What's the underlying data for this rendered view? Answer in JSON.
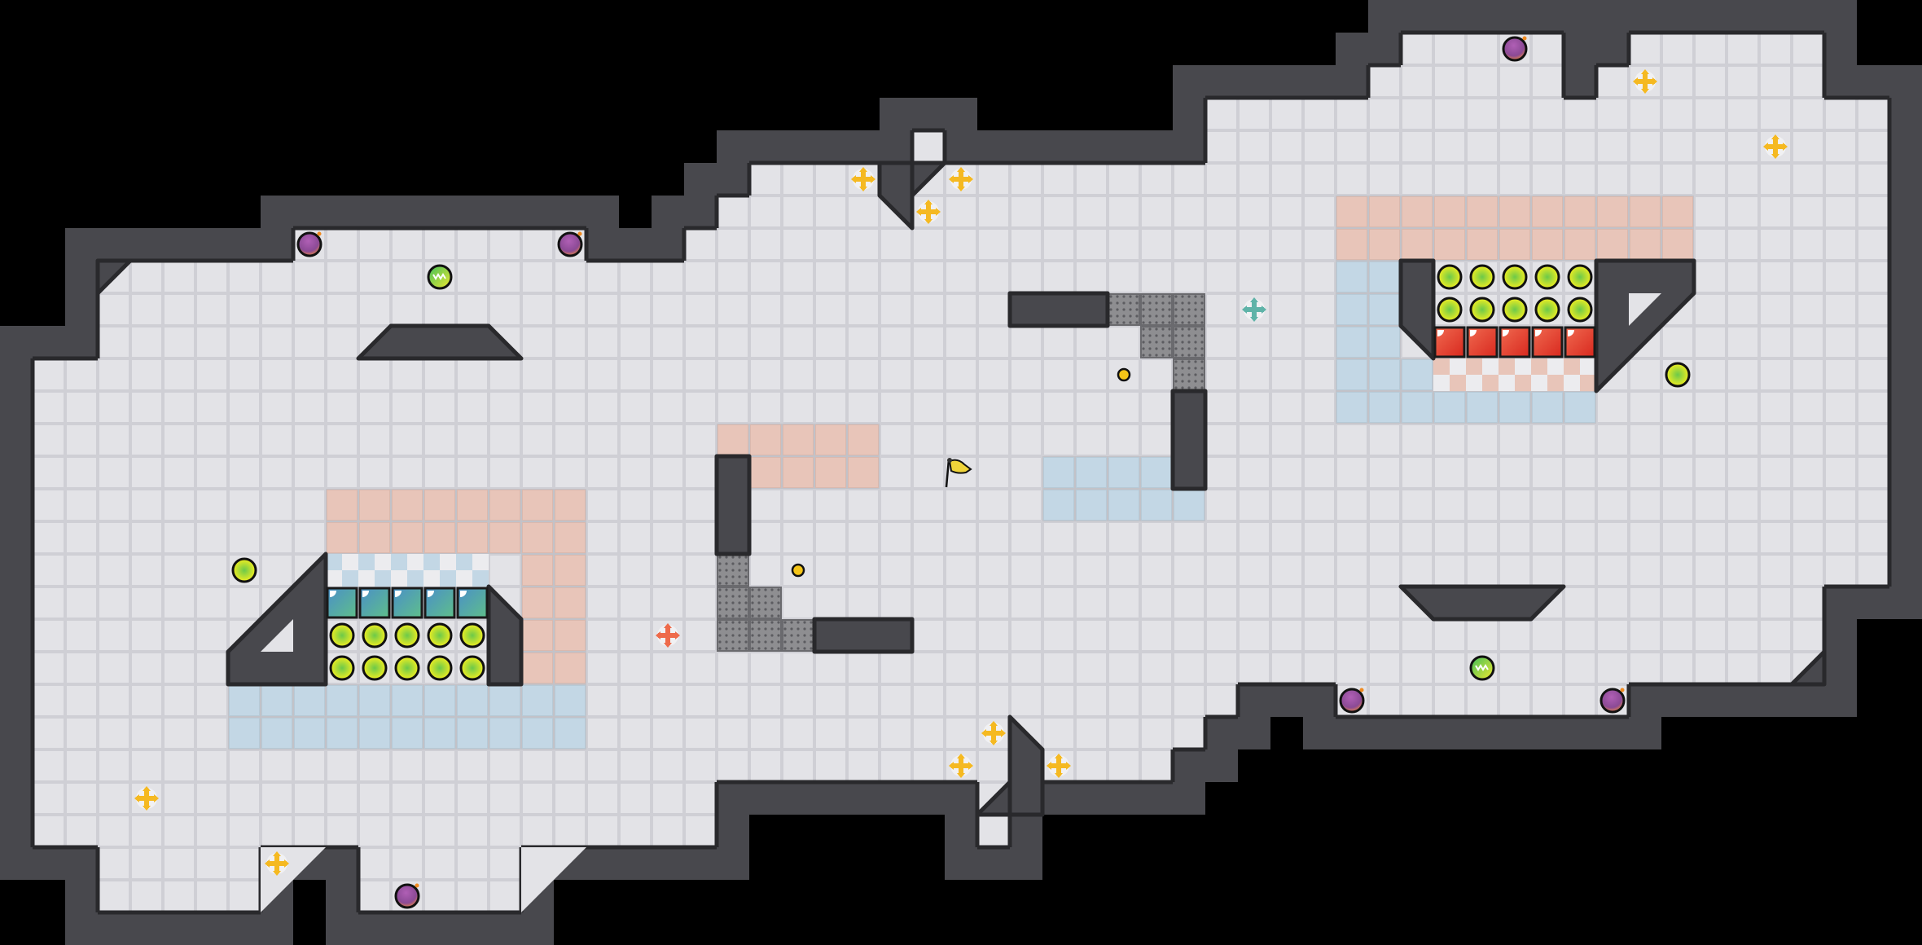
{
  "game": {
    "view": "map-overview",
    "colors": {
      "background": "#000000",
      "floor": "#e3e3e7",
      "floor_edge": "#cfcfd5",
      "wall": "#48484d",
      "wall_edge": "#29292c",
      "red_zone": "#e8c5b9",
      "blue_zone": "#c3d7e5",
      "grate": "#8d8d90",
      "boost_yellow": "#f5b921",
      "boost_red": "#ee6a4a",
      "boost_teal": "#5fb3a8",
      "flag": "#f0d43a",
      "bomb": "#9a4f9a",
      "orb": "#d8ea2a",
      "gate_teal": "#4b9fb8",
      "gate_red": "#e84a3a"
    },
    "entity_types": [
      "flag",
      "bomb",
      "powerup",
      "boost",
      "button",
      "orb",
      "gate",
      "grate",
      "endzone-checker"
    ]
  }
}
